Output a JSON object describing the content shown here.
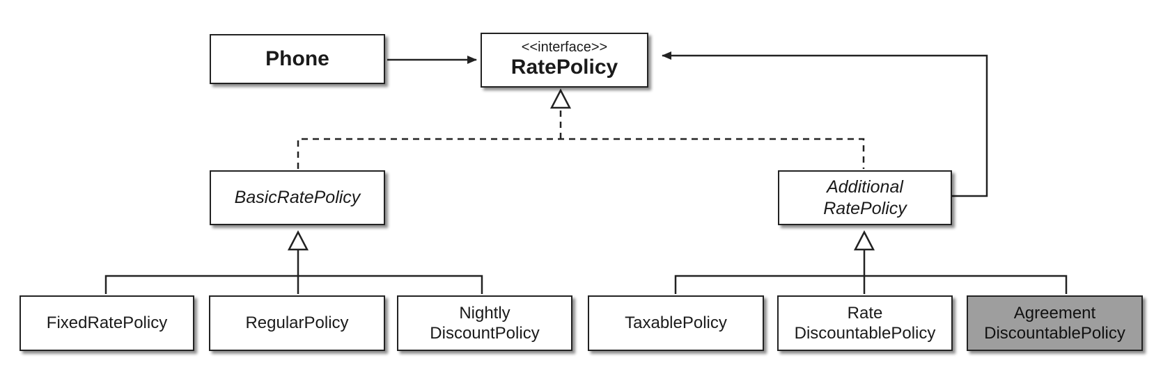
{
  "diagram": {
    "phone": {
      "label": "Phone"
    },
    "rate_policy": {
      "stereotype": "<<interface>>",
      "name": "RatePolicy"
    },
    "basic_rate_policy": {
      "name": "BasicRatePolicy"
    },
    "additional_rate_policy": {
      "line1": "Additional",
      "line2": "RatePolicy"
    },
    "fixed_rate_policy": {
      "name": "FixedRatePolicy"
    },
    "regular_policy": {
      "name": "RegularPolicy"
    },
    "nightly_discount_policy": {
      "line1": "Nightly",
      "line2": "DiscountPolicy"
    },
    "taxable_policy": {
      "name": "TaxablePolicy"
    },
    "rate_discountable_policy": {
      "line1": "Rate",
      "line2": "DiscountablePolicy"
    },
    "agreement_discountable_policy": {
      "line1": "Agreement",
      "line2": "DiscountablePolicy"
    }
  },
  "colors": {
    "line": "#222222",
    "box_fill": "#ffffff",
    "highlight_fill": "#9e9e9e"
  }
}
